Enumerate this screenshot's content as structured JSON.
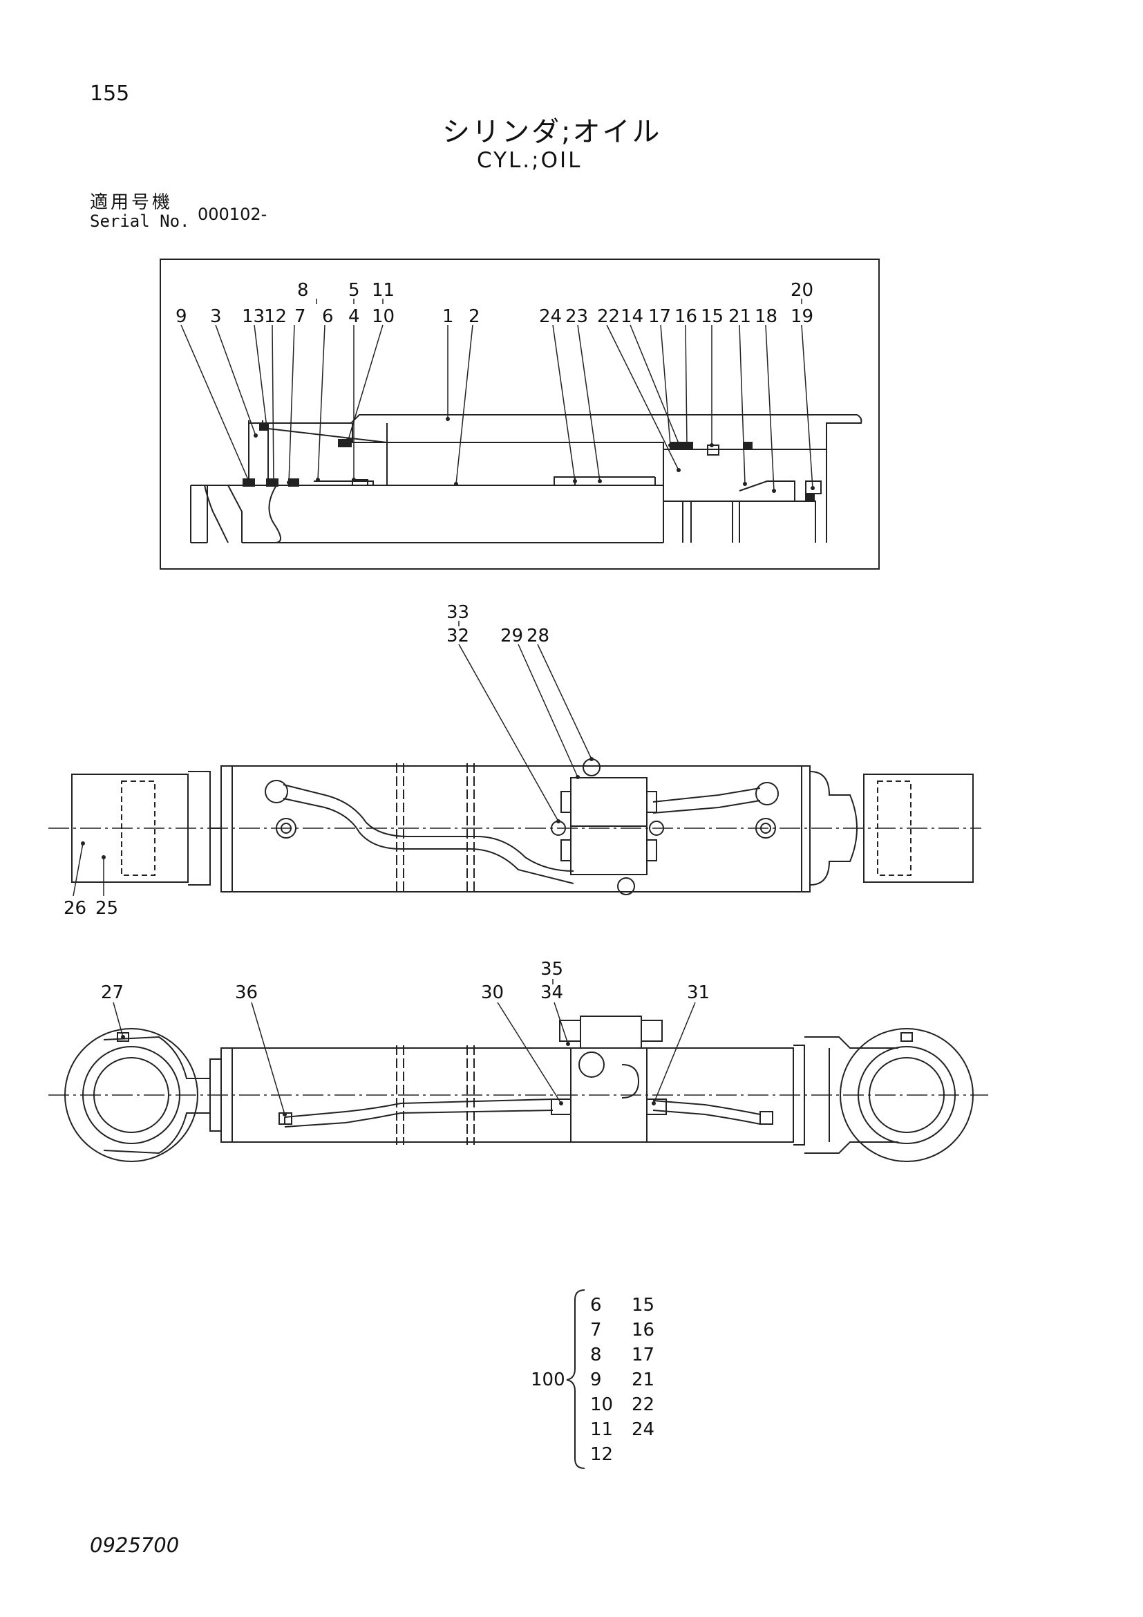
{
  "page_number": "155",
  "title_ja": "シリンダ;オイル",
  "title_en": "CYL.;OIL",
  "serial": {
    "label_ja": "適用号機",
    "label_en": "Serial No.",
    "value": "000102-"
  },
  "document_number": "0925700",
  "callouts": {
    "detail": [
      {
        "label": "8"
      },
      {
        "label": "5"
      },
      {
        "label": "11"
      },
      {
        "label": "9"
      },
      {
        "label": "3"
      },
      {
        "label": "13"
      },
      {
        "label": "12"
      },
      {
        "label": "7"
      },
      {
        "label": "6"
      },
      {
        "label": "4"
      },
      {
        "label": "10"
      },
      {
        "label": "1"
      },
      {
        "label": "2"
      },
      {
        "label": "24"
      },
      {
        "label": "23"
      },
      {
        "label": "22"
      },
      {
        "label": "14"
      },
      {
        "label": "17"
      },
      {
        "label": "16"
      },
      {
        "label": "15"
      },
      {
        "label": "21"
      },
      {
        "label": "18"
      },
      {
        "label": "20"
      },
      {
        "label": "19"
      }
    ],
    "top_view": [
      {
        "label": "33"
      },
      {
        "label": "32"
      },
      {
        "label": "29"
      },
      {
        "label": "28"
      },
      {
        "label": "26"
      },
      {
        "label": "25"
      }
    ],
    "side_view": [
      {
        "label": "27"
      },
      {
        "label": "36"
      },
      {
        "label": "35"
      },
      {
        "label": "34"
      },
      {
        "label": "30"
      },
      {
        "label": "31"
      }
    ]
  },
  "kit": {
    "label": "100",
    "column_a": [
      "6",
      "7",
      "8",
      "9",
      "10",
      "11",
      "12"
    ],
    "column_b": [
      "15",
      "16",
      "17",
      "21",
      "22",
      "24"
    ]
  }
}
